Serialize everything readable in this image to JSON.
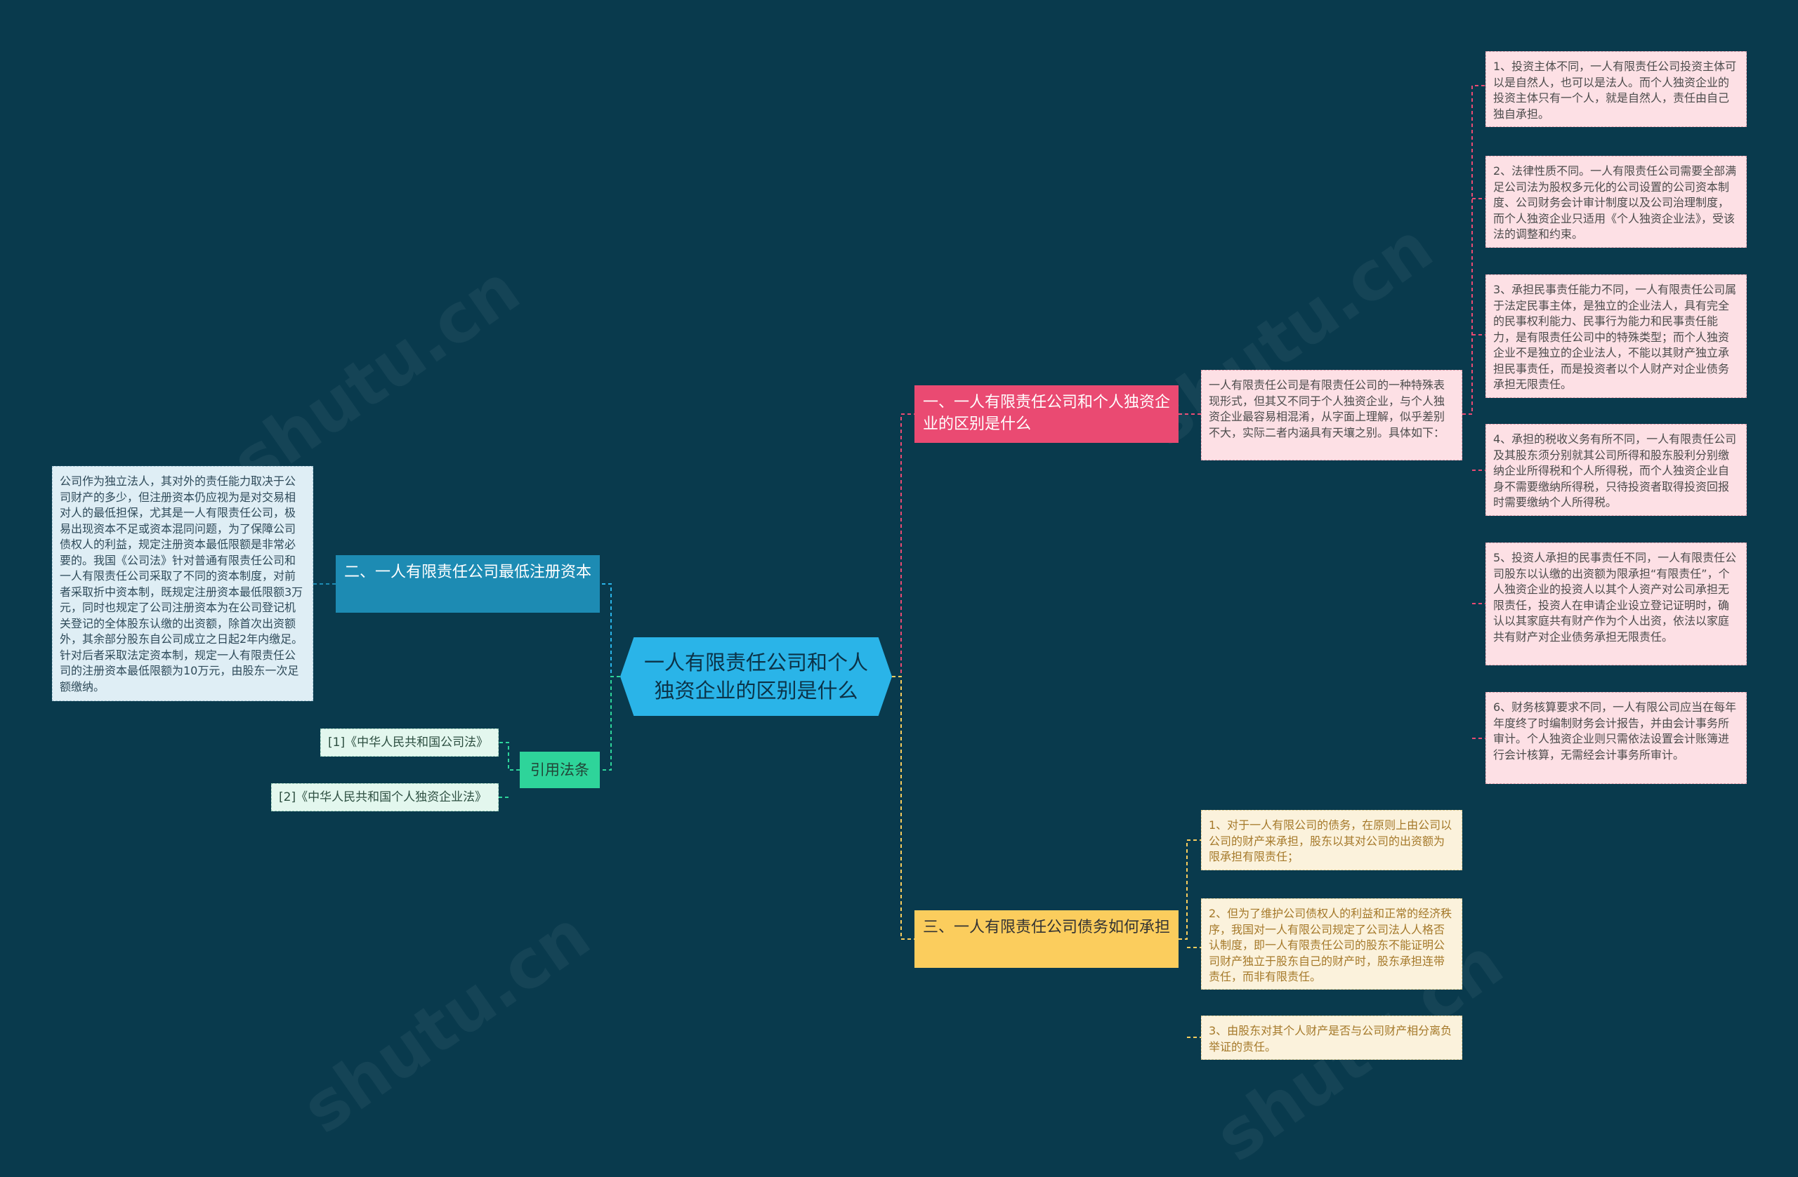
{
  "center": {
    "title": "一人有限责任公司和个人独资企业的区别是什么"
  },
  "branches": {
    "b1": {
      "label": "一、一人有限责任公司和个人独资企业的区别是什么",
      "intro": "一人有限责任公司是有限责任公司的一种特殊表现形式，但其又不同于个人独资企业，与个人独资企业最容易相混淆，从字面上理解，似乎差别不大，实际二者内涵具有天壤之别。具体如下：",
      "items": [
        "1、投资主体不同，一人有限责任公司投资主体可以是自然人，也可以是法人。而个人独资企业的投资主体只有一个人，就是自然人，责任由自己独自承担。",
        "2、法律性质不同。一人有限责任公司需要全部满足公司法为股权多元化的公司设置的公司资本制度、公司财务会计审计制度以及公司治理制度，而个人独资企业只适用《个人独资企业法》，受该法的调整和约束。",
        "3、承担民事责任能力不同，一人有限责任公司属于法定民事主体，是独立的企业法人，具有完全的民事权利能力、民事行为能力和民事责任能力，是有限责任公司中的特殊类型；而个人独资企业不是独立的企业法人，不能以其财产独立承担民事责任，而是投资者以个人财产对企业债务承担无限责任。",
        "4、承担的税收义务有所不同，一人有限责任公司及其股东须分别就其公司所得和股东股利分别缴纳企业所得税和个人所得税，而个人独资企业自身不需要缴纳所得税，只待投资者取得投资回报时需要缴纳个人所得税。",
        "5、投资人承担的民事责任不同，一人有限责任公司股东以认缴的出资额为限承担“有限责任”，个人独资企业的投资人以其个人资产对公司承担无限责任，投资人在申请企业设立登记证明时，确认以其家庭共有财产作为个人出资，依法以家庭共有财产对企业债务承担无限责任。",
        "6、财务核算要求不同，一人有限公司应当在每年年度终了时编制财务会计报告，并由会计事务所审计。个人独资企业则只需依法设置会计账簿进行会计核算，无需经会计事务所审计。"
      ]
    },
    "b2": {
      "label": "二、一人有限责任公司最低注册资本",
      "text": "公司作为独立法人，其对外的责任能力取决于公司财产的多少，但注册资本仍应视为是对交易相对人的最低担保，尤其是一人有限责任公司，极易出现资本不足或资本混同问题，为了保障公司债权人的利益，规定注册资本最低限额是非常必要的。我国《公司法》针对普通有限责任公司和一人有限责任公司采取了不同的资本制度，对前者采取折中资本制，既规定注册资本最低限额3万元，同时也规定了公司注册资本为在公司登记机关登记的全体股东认缴的出资额，除首次出资额外，其余部分股东自公司成立之日起2年内缴足。针对后者采取法定资本制，规定一人有限责任公司的注册资本最低限额为10万元，由股东一次足额缴纳。"
    },
    "b3": {
      "label": "三、一人有限责任公司债务如何承担",
      "items": [
        "1、对于一人有限公司的债务，在原则上由公司以公司的财产来承担，股东以其对公司的出资额为限承担有限责任；",
        "2、但为了维护公司债权人的利益和正常的经济秩序，我国对一人有限公司规定了公司法人人格否认制度，即一人有限责任公司的股东不能证明公司财产独立于股东自己的财产时，股东承担连带责任，而非有限责任。",
        "3、由股东对其个人财产是否与公司财产相分离负举证的责任。"
      ]
    },
    "b4": {
      "label": "引用法条",
      "items": [
        "[1]《中华人民共和国公司法》",
        "[2]《中华人民共和国个人独资企业法》"
      ]
    }
  },
  "colors": {
    "background": "#093a4d",
    "center": "#2ab4e8",
    "branch1": "#ea4a72",
    "branch2": "#1d8bb3",
    "branch3": "#fbcd5d",
    "branch4": "#2ed49a"
  }
}
